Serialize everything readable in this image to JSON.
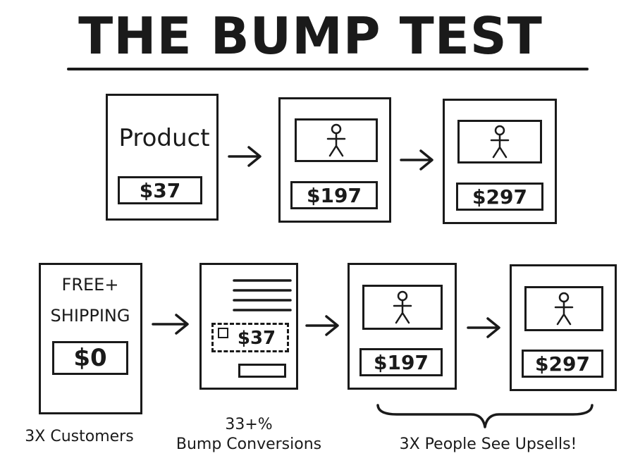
{
  "title": "THE BUMP TEST",
  "row1": {
    "card1": {
      "label": "Product",
      "price": "$37"
    },
    "card2": {
      "price": "$197",
      "image_icon": "stick-figure-icon"
    },
    "card3": {
      "price": "$297",
      "image_icon": "stick-figure-icon"
    }
  },
  "row2": {
    "card1": {
      "label_line1": "FREE+",
      "label_line2": "SHIPPING",
      "price": "$0"
    },
    "card2": {
      "bump_price": "$37",
      "checkbox_icon": "checkbox-icon"
    },
    "card3": {
      "price": "$197",
      "image_icon": "stick-figure-icon"
    },
    "card4": {
      "price": "$297",
      "image_icon": "stick-figure-icon"
    }
  },
  "captions": {
    "customers": "3X Customers",
    "bump_rate": "33+%",
    "bump_label": "Bump Conversions",
    "upsells": "3X People See Upsells!"
  },
  "icons": {
    "arrow": "right-arrow-icon",
    "brace": "curly-brace-icon"
  }
}
